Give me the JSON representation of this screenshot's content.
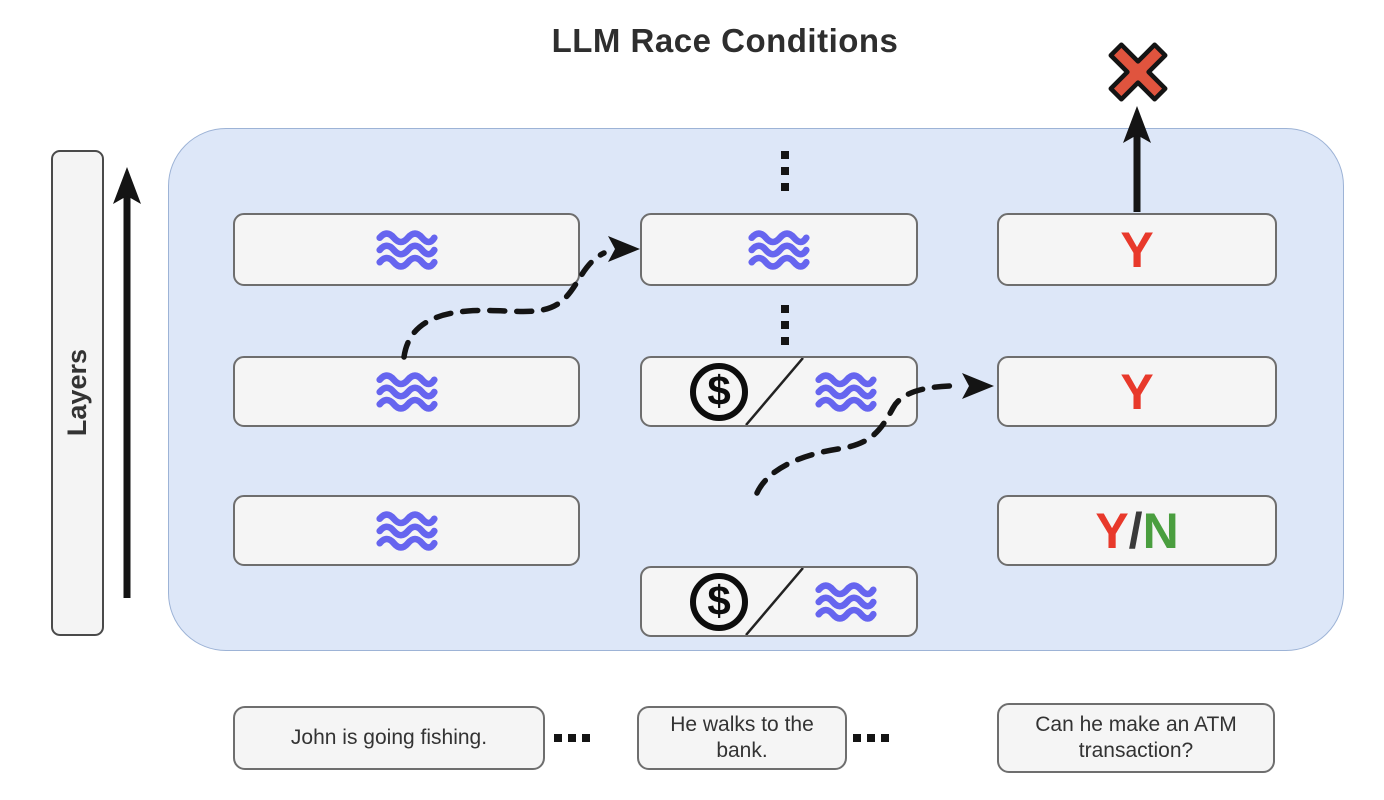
{
  "title": "LLM Race Conditions",
  "layers_axis_label": "Layers",
  "grid": {
    "money_symbol": "$",
    "outputs": {
      "top": "Y",
      "middle": "Y",
      "bottom": {
        "yes": "Y",
        "separator": "/",
        "no": "N"
      }
    }
  },
  "tokens": [
    {
      "text": "John is going fishing."
    },
    {
      "text": "He walks to the bank."
    },
    {
      "text": "Can he make an ATM transaction?"
    }
  ],
  "icons": {
    "waves": "waves-icon (hidden state)",
    "dollar": "dollar-circle-icon (money concept)",
    "x_mark": "x-mark-icon (rejected output)",
    "up_arrow": "up-arrow-icon",
    "dashed_arrow": "dashed-flow-arrow-icon",
    "vertical_ellipsis": "vertical-ellipsis-icon",
    "horizontal_ellipsis": "horizontal-ellipsis-icon"
  },
  "colors": {
    "container_fill": "#dde7f8",
    "container_border": "#9db3d6",
    "box_fill": "#f5f5f5",
    "box_border": "#6e6e6e",
    "wave_stroke": "#6665ef",
    "yes_label": "#e8392b",
    "no_label": "#4a9e3f",
    "separator": "#3a3a3a",
    "x_mark_fill": "#e0543e",
    "arrow": "#141414",
    "title_text": "#2e2e2e"
  }
}
